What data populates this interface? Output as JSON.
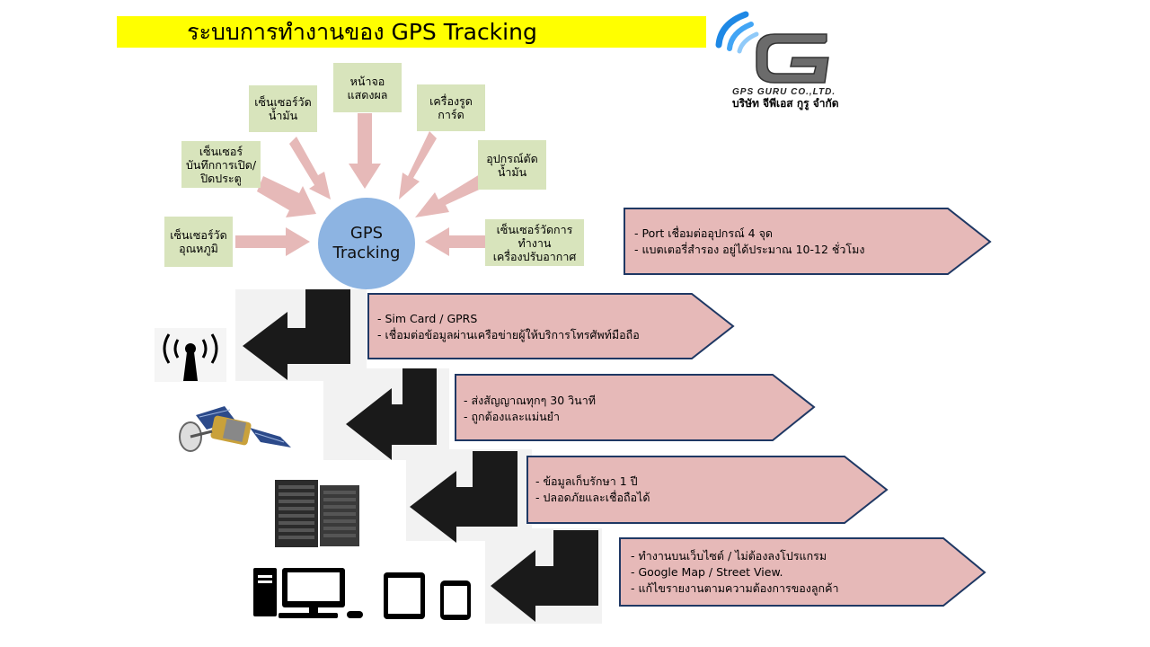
{
  "title": "ระบบการทำงานของ GPS Tracking",
  "logo": {
    "company_en": "GPS GURU CO.,LTD.",
    "company_th": "บริษัท จีพีเอส กูรู จำกัด"
  },
  "center": {
    "line1": "GPS",
    "line2": "Tracking"
  },
  "sensors": {
    "temperature": [
      "เซ็นเซอร์วัด",
      "อุณหภูมิ"
    ],
    "door": [
      "เซ็นเซอร์",
      "บันทึกการเปิด/",
      "ปิดประตู"
    ],
    "fuel": [
      "เซ็นเซอร์วัด",
      "น้ำมัน"
    ],
    "display": [
      "หน้าจอ",
      "แสดงผล"
    ],
    "card_reader": [
      "เครื่องรูด",
      "การ์ด"
    ],
    "fuel_cut": [
      "อุปกรณ์ตัด",
      "น้ำมัน"
    ],
    "aircon": [
      "เซ็นเซอร์วัดการ",
      "ทำงาน",
      "เครื่องปรับอากาศ"
    ]
  },
  "callouts": {
    "device": [
      "- Port เชื่อมต่ออุปกรณ์ 4 จุด",
      "- แบตเตอรี่สำรอง อยู่ได้ประมาณ 10-12 ชั่วโมง"
    ],
    "network": [
      "- Sim Card / GPRS",
      "- เชื่อมต่อข้อมูลผ่านเครือข่ายผู้ให้บริการโทรศัพท์มือถือ"
    ],
    "satellite": [
      "- ส่งสัญญาณทุกๆ 30 วินาที",
      "- ถูกต้องและแม่นยำ"
    ],
    "server": [
      "- ข้อมูลเก็บรักษา 1 ปี",
      "- ปลอดภัยและเชื่อถือได้"
    ],
    "client": [
      "- ทำงานบนเว็บไซต์ / ไม่ต้องลงโปรแกรม",
      "- Google Map / Street View.",
      "- แก้ไขรายงานตามความต้องการของลูกค้า"
    ]
  },
  "colors": {
    "title_bg": "#ffff00",
    "sensor_bg": "#d8e4bc",
    "circle": "#8db4e2",
    "arrow_pink": "#e6b9b8",
    "callout_fill": "#e6b9b8",
    "callout_border": "#1f3864",
    "step_arrow": "#1a1a1a",
    "logo_blue": "#1e88e5"
  },
  "icons": [
    "antenna-icon",
    "satellite-icon",
    "server-rack-icon",
    "desktop-computer-icon",
    "tablet-icon",
    "smartphone-icon"
  ]
}
